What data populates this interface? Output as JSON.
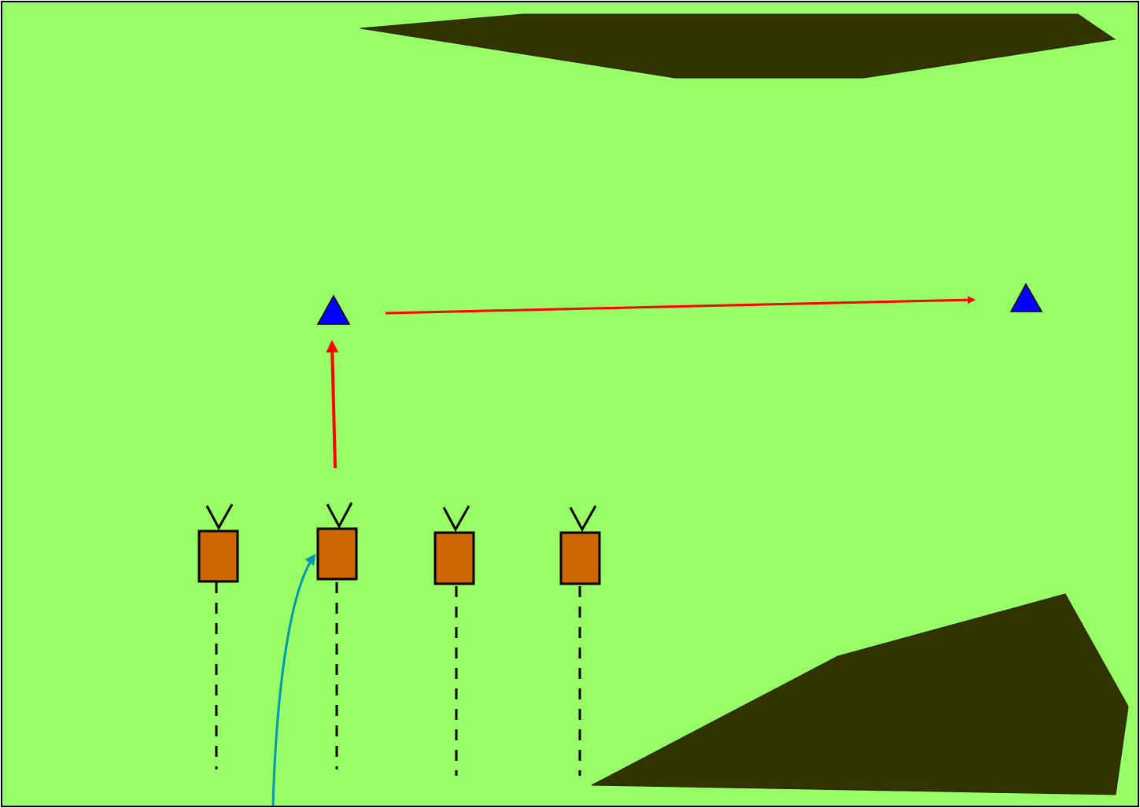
{
  "colors": {
    "field": "#99ff66",
    "frame": "#000000",
    "terrain": "#333300",
    "player_fill": "#cc6600",
    "player_stroke": "#000000",
    "marker_fill": "#0000ff",
    "movement_arrow": "#ff0000",
    "pass_arrow": "#0099aa",
    "trail": "#000000"
  },
  "players": {
    "count": 4,
    "shape": "rectangle-with-antenna",
    "trail_style": "dashed"
  },
  "markers": {
    "count": 2,
    "shape": "triangle"
  },
  "arrows": [
    {
      "kind": "movement",
      "color_key": "movement_arrow"
    },
    {
      "kind": "movement",
      "color_key": "movement_arrow"
    },
    {
      "kind": "pass",
      "color_key": "pass_arrow"
    }
  ],
  "obstacles": {
    "count": 2
  }
}
